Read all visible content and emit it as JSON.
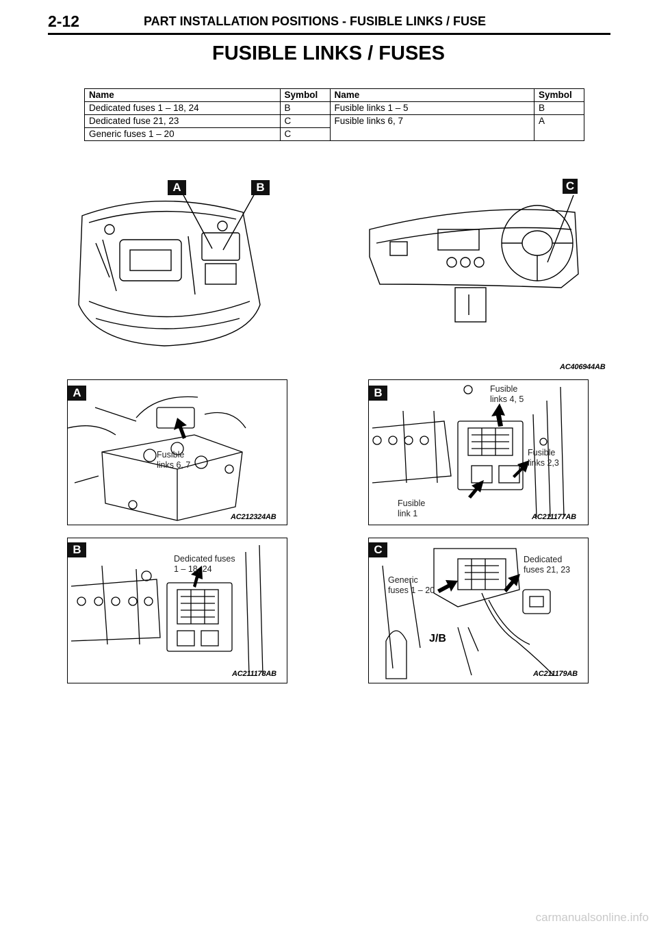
{
  "header": {
    "page_number": "2-12",
    "section": "PART INSTALLATION POSITIONS - FUSIBLE LINKS / FUSE"
  },
  "title": "FUSIBLE LINKS / FUSES",
  "legend": {
    "columns": [
      "Name",
      "Symbol",
      "Name",
      "Symbol"
    ],
    "rows": [
      [
        "Dedicated fuses 1 – 18, 24",
        "B",
        "Fusible links 1 – 5",
        "B"
      ],
      [
        "Dedicated fuse 21, 23",
        "C",
        "Fusible links 6, 7",
        "A"
      ],
      [
        "Generic fuses 1 – 20",
        "C",
        "",
        ""
      ]
    ]
  },
  "overview": {
    "markers": [
      "A",
      "B",
      "C"
    ],
    "code": "AC406944AB"
  },
  "panels": {
    "a": {
      "badge": "A",
      "code": "AC212324AB",
      "label": [
        "Fusible",
        "links 6, 7"
      ]
    },
    "b_links": {
      "badge": "B",
      "code": "AC211177AB",
      "label_top": [
        "Fusible",
        "links 4, 5"
      ],
      "label_right": [
        "Fusible",
        "links 2,3"
      ],
      "label_bottom": [
        "Fusible",
        "link 1"
      ]
    },
    "b_fuses": {
      "badge": "B",
      "code": "AC211178AB",
      "label": [
        "Dedicated fuses",
        "1 – 18, 24"
      ]
    },
    "c": {
      "badge": "C",
      "code": "AC211179AB",
      "label_left": [
        "Generic",
        "fuses 1 – 20"
      ],
      "label_right": [
        "Dedicated",
        "fuses 21, 23"
      ],
      "jb": "J/B"
    }
  },
  "footer": "carmanualsonline.info"
}
